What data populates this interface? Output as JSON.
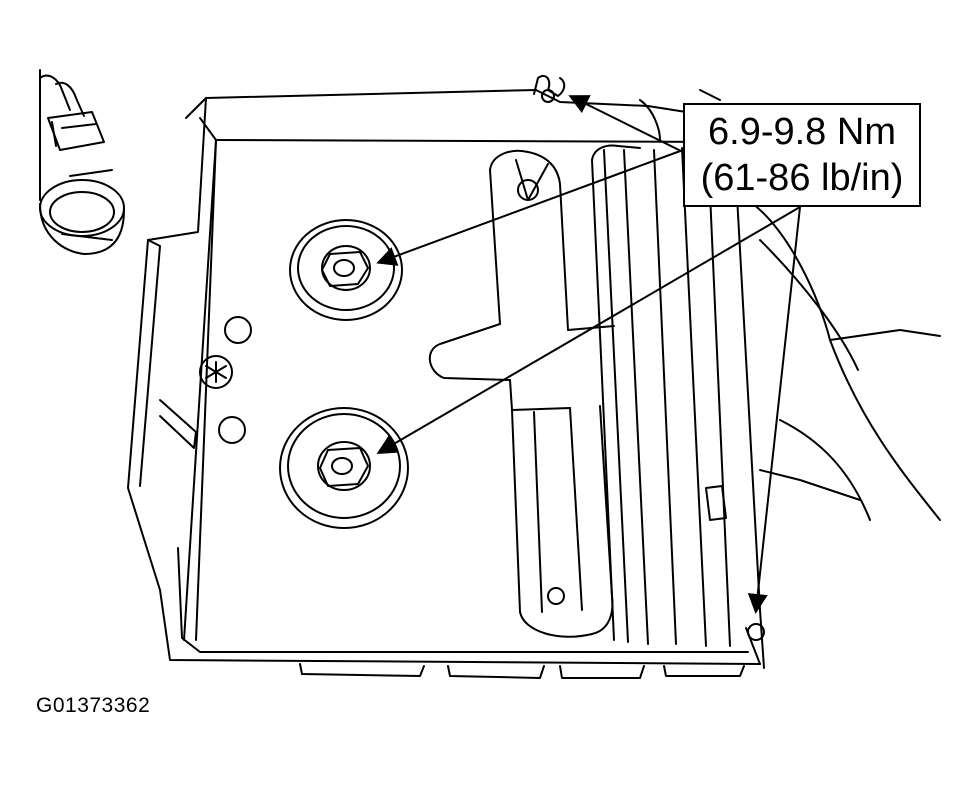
{
  "callout": {
    "line1": "6.9-9.8 Nm",
    "line2": "(61-86 lb/in)"
  },
  "figure_id": "G01373362",
  "colors": {
    "ink": "#000000",
    "paper": "#ffffff"
  }
}
